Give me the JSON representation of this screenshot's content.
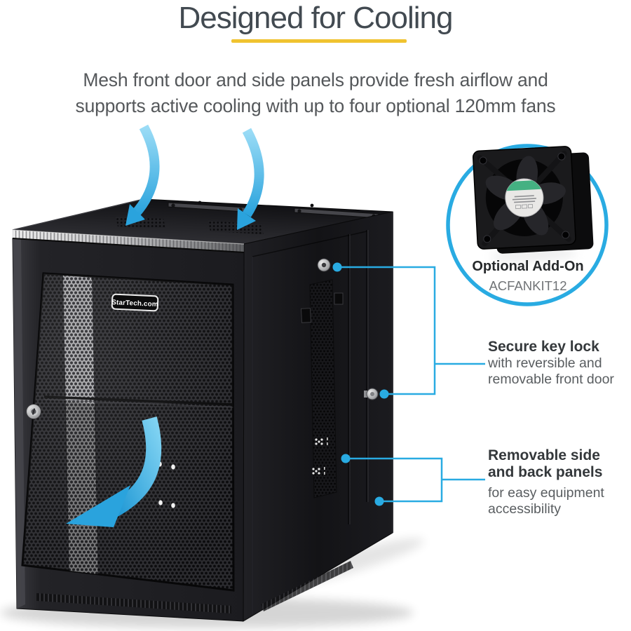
{
  "header": {
    "title": "Designed for Cooling",
    "subtitle_line1": "Mesh front door and side panels provide fresh airflow and",
    "subtitle_line2": "supports active cooling with up to four optional 120mm fans"
  },
  "product": {
    "brand_badge": "StarTech.com"
  },
  "fan_callout": {
    "title": "Optional Add-On",
    "model": "ACFANKIT12"
  },
  "callout_keylock": {
    "title": "Secure key lock",
    "desc1": "with reversible and",
    "desc2": "removable front door"
  },
  "callout_panels": {
    "title1": "Removable side",
    "title2": "and back panels",
    "desc1": "for easy equipment",
    "desc2": "accessibility"
  },
  "colors": {
    "accent_blue": "#29abe2",
    "underline_yellow": "#f0c330",
    "title_color": "#424a51",
    "body_text": "#55585b"
  }
}
